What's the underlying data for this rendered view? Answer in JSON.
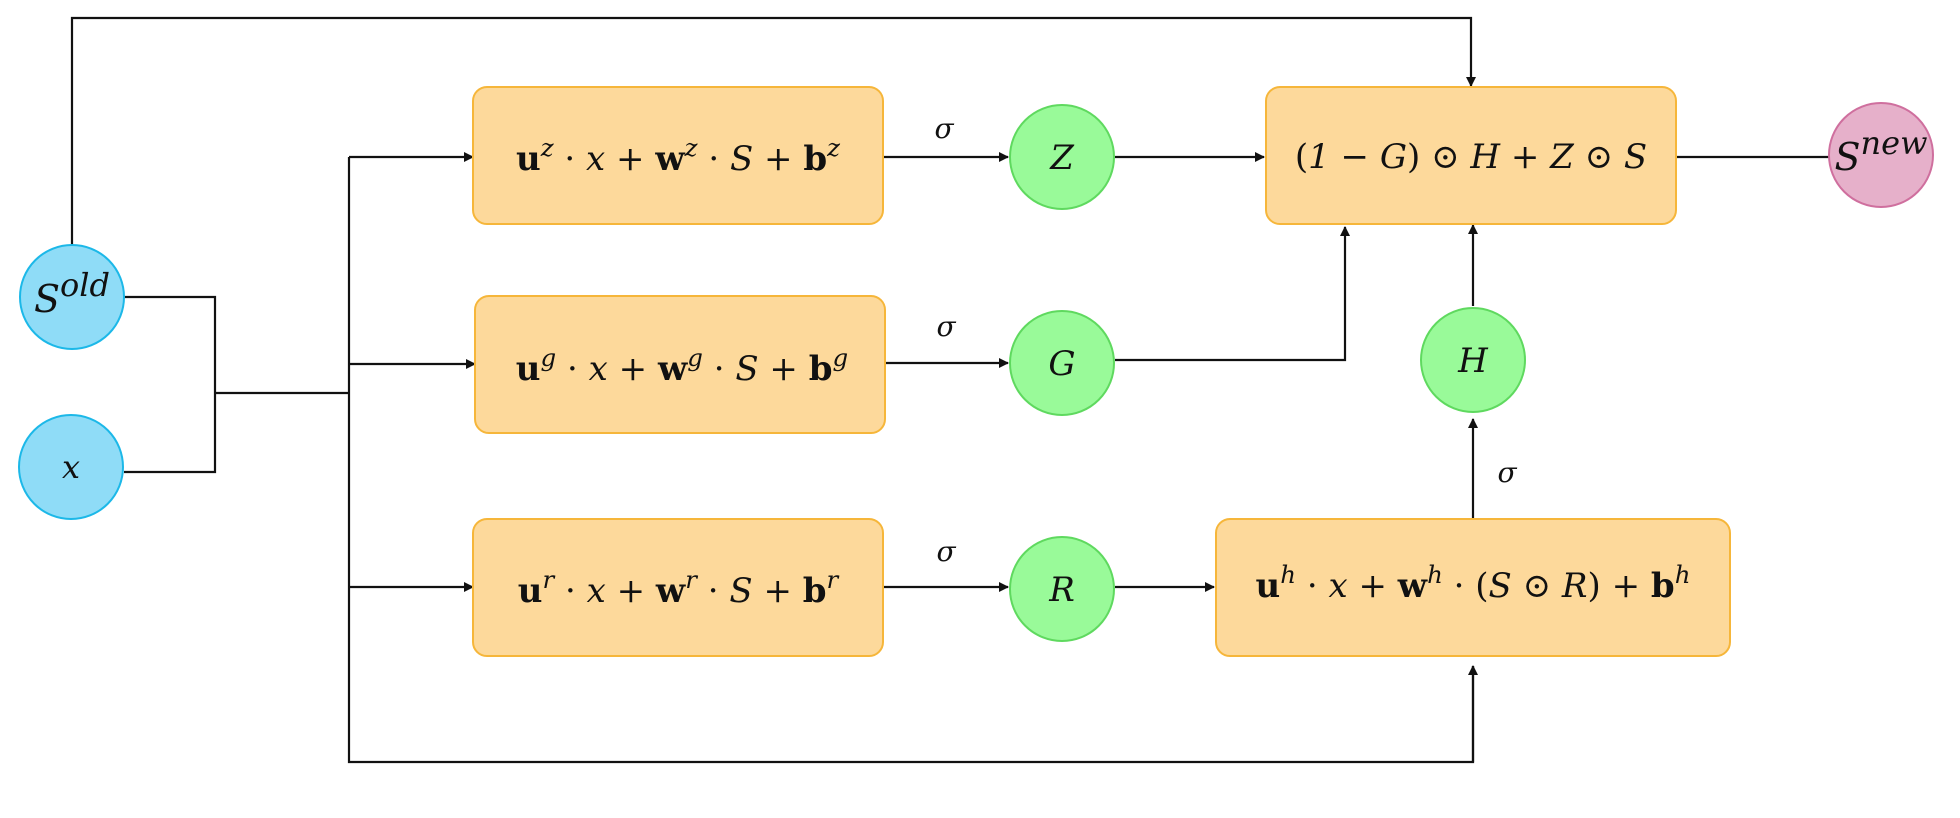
{
  "nodes": {
    "s_old": {
      "base": "S",
      "sup": "old"
    },
    "x": {
      "label": "x"
    },
    "z": {
      "label": "Z"
    },
    "g": {
      "label": "G"
    },
    "r": {
      "label": "R"
    },
    "h": {
      "label": "H"
    },
    "s_new": {
      "base": "S",
      "sup": "new"
    }
  },
  "boxes": {
    "update_gate": {
      "u": "u",
      "x": "x",
      "w": "w",
      "S": "S",
      "b": "b",
      "sup": "z"
    },
    "gate_g": {
      "u": "u",
      "x": "x",
      "w": "w",
      "S": "S",
      "b": "b",
      "sup": "g"
    },
    "reset_gate": {
      "u": "u",
      "x": "x",
      "w": "w",
      "S": "S",
      "b": "b",
      "sup": "r"
    },
    "candidate": {
      "u": "u",
      "x": "x",
      "w": "w",
      "S": "S",
      "R": "R",
      "b": "b",
      "sup": "h"
    },
    "output": {
      "one": "1",
      "G": "G",
      "H": "H",
      "Z": "Z",
      "S": "S"
    }
  },
  "activation_label": "σ",
  "colors": {
    "input_fill": "#8fdcf7",
    "input_stroke": "#1cb8e8",
    "gate_fill": "#99fa99",
    "gate_stroke": "#5fd95f",
    "box_fill": "#fdd99b",
    "box_stroke": "#f6b63a",
    "output_fill": "#e6b0ca",
    "output_stroke": "#cf6f9e",
    "line": "#111111"
  }
}
